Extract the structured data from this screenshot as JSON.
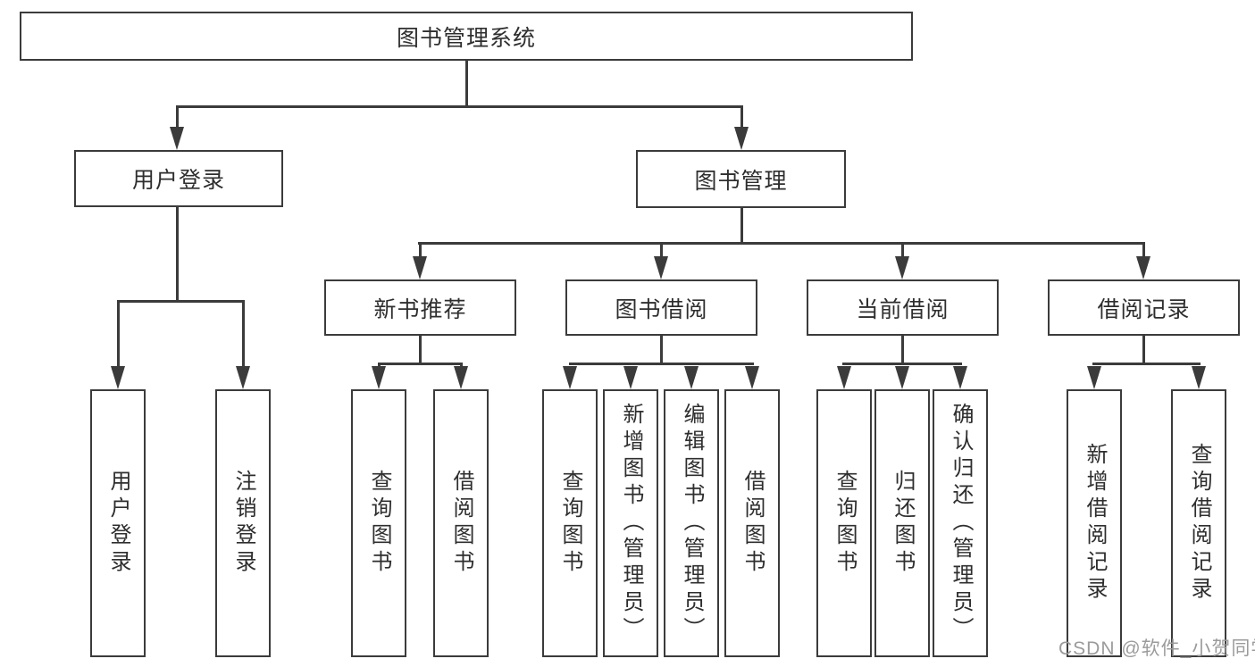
{
  "diagram_title": "图书管理系统",
  "palette": {
    "line_color": "#3b3b3b",
    "text_color": "#2e2e2e",
    "background_color": "#ffffff",
    "watermark_color": "#9b9b9b"
  },
  "nodes": {
    "root": "图书管理系统",
    "user_login": "用户登录",
    "book_mgmt": "图书管理",
    "new_books": "新书推荐",
    "book_borrow": "图书借阅",
    "current_borrow": "当前借阅",
    "borrow_records": "借阅记录"
  },
  "leaves": {
    "user_login": [
      "用户登录",
      "注销登录"
    ],
    "new_books": [
      "查询图书",
      "借阅图书"
    ],
    "book_borrow": [
      "查询图书",
      "新增图书（管理员）",
      "编辑图书（管理员）",
      "借阅图书"
    ],
    "current_borrow": [
      "查询图书",
      "归还图书",
      "确认归还（管理员）"
    ],
    "borrow_records": [
      "新增借阅记录",
      "查询借阅记录"
    ]
  },
  "watermark": "CSDN @软件_小贺同学"
}
